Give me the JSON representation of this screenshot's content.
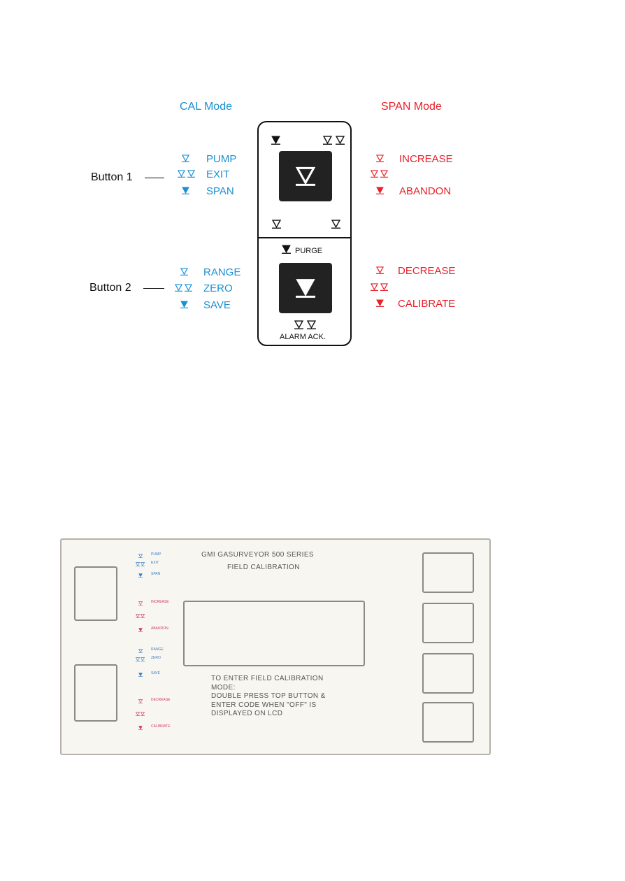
{
  "cal_mode": {
    "title": "CAL Mode",
    "button1": [
      {
        "symbol": "single-press",
        "label": "PUMP"
      },
      {
        "symbol": "double-press",
        "label": "EXIT"
      },
      {
        "symbol": "hold",
        "label": "SPAN"
      }
    ],
    "button2": [
      {
        "symbol": "single-press",
        "label": "RANGE"
      },
      {
        "symbol": "double-press",
        "label": "ZERO"
      },
      {
        "symbol": "hold",
        "label": "SAVE"
      }
    ]
  },
  "span_mode": {
    "title": "SPAN Mode",
    "button1": [
      {
        "symbol": "single-press",
        "label": "INCREASE"
      },
      {
        "symbol": "double-press",
        "label": ""
      },
      {
        "symbol": "hold",
        "label": "ABANDON"
      }
    ],
    "button2": [
      {
        "symbol": "single-press",
        "label": "DECREASE"
      },
      {
        "symbol": "double-press",
        "label": ""
      },
      {
        "symbol": "hold",
        "label": "CALIBRATE"
      }
    ]
  },
  "buttons": {
    "button1_label": "Button 1",
    "button2_label": "Button 2"
  },
  "device": {
    "purge_label": "PURGE",
    "alarm_ack_label": "ALARM ACK."
  },
  "panel": {
    "title_line1": "GMI GASURVEYOR 500 SERIES",
    "title_line2": "FIELD CALIBRATION",
    "instructions": [
      "TO ENTER FIELD CALIBRATION",
      "MODE:",
      "DOUBLE PRESS TOP BUTTON &",
      "ENTER CODE WHEN \"OFF\" IS",
      "DISPLAYED ON LCD"
    ]
  },
  "colors": {
    "cal": "#1a8fd1",
    "span": "#e8202a",
    "key": "#222222",
    "panel_bg": "#f7f6f0"
  },
  "icons": {
    "single-press": "hollow-triangle-icon",
    "double-press": "double-hollow-triangle-icon",
    "hold": "filled-triangle-icon"
  }
}
